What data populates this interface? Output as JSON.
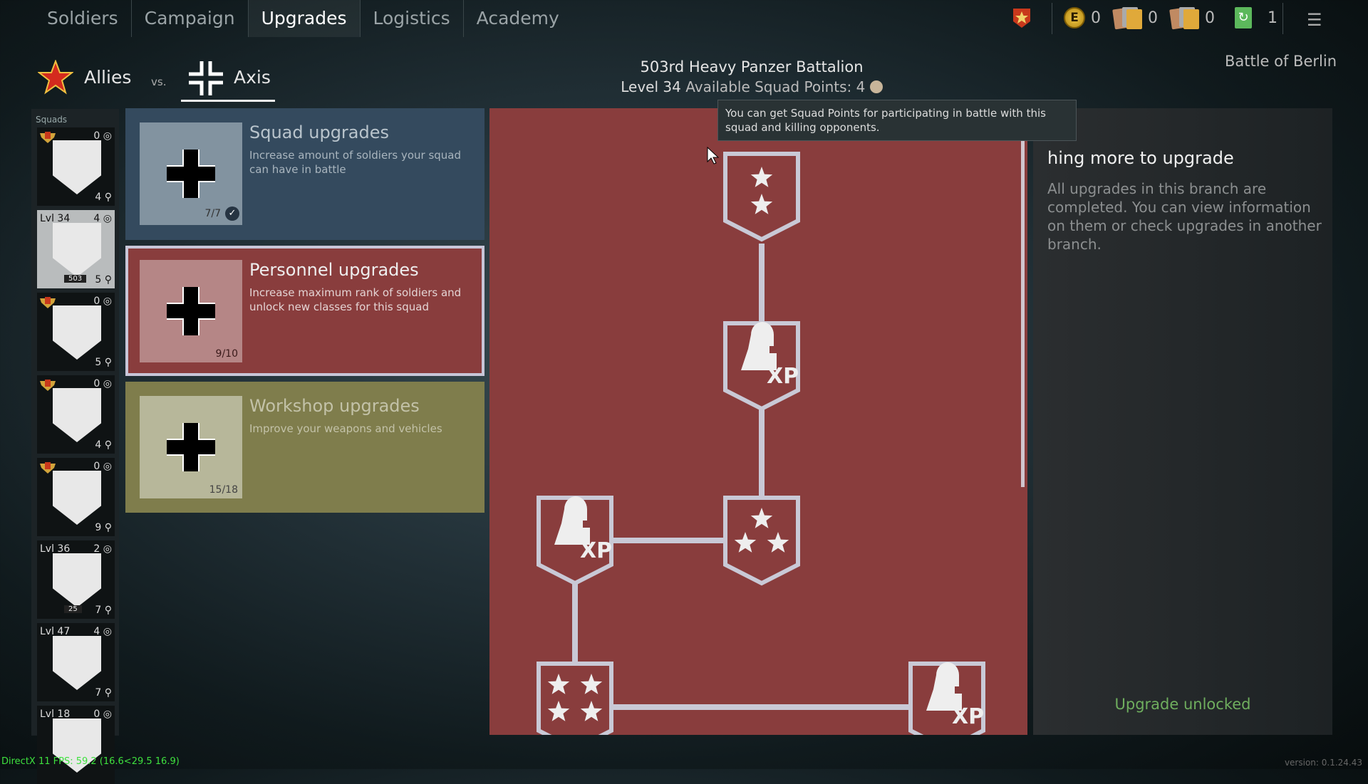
{
  "nav": {
    "tabs": [
      {
        "label": "Soldiers"
      },
      {
        "label": "Campaign"
      },
      {
        "label": "Upgrades",
        "active": true
      },
      {
        "label": "Logistics"
      },
      {
        "label": "Academy"
      }
    ]
  },
  "resources": {
    "gold": "0",
    "weapon_cards": "0",
    "soldier_cards": "0",
    "refresh": "1"
  },
  "icons": {
    "rank": "rank-shield-icon",
    "gold": "gold-coin-icon",
    "weapons": "weapon-cards-icon",
    "soldiers": "soldier-cards-icon",
    "refresh": "refresh-card-icon",
    "menu": "menu-list-icon"
  },
  "factions": {
    "allies": "Allies",
    "vs": "vs.",
    "axis": "Axis"
  },
  "header": {
    "squad_name": "503rd Heavy Panzer Battalion",
    "level_label": "Level 34",
    "points_label": "Available Squad Points: 4",
    "battle": "Battle of Berlin"
  },
  "tooltip": "You can get Squad Points for participating in battle with this squad and killing opponents.",
  "sidebar": {
    "label": "Squads",
    "squads": [
      {
        "lvl": "",
        "pts": "0",
        "count": "4"
      },
      {
        "lvl": "Lvl 34",
        "pts": "4",
        "count": "5",
        "selected": true,
        "tag": "503"
      },
      {
        "lvl": "",
        "pts": "0",
        "count": "5"
      },
      {
        "lvl": "",
        "pts": "0",
        "count": "4"
      },
      {
        "lvl": "",
        "pts": "0",
        "count": "9"
      },
      {
        "lvl": "Lvl 36",
        "pts": "2",
        "count": "7",
        "tag": "25"
      },
      {
        "lvl": "Lvl 47",
        "pts": "4",
        "count": "7"
      },
      {
        "lvl": "Lvl 18",
        "pts": "0",
        "count": ""
      }
    ]
  },
  "branches": [
    {
      "title": "Squad upgrades",
      "desc": "Increase amount of soldiers your squad can have in battle",
      "progress": "7/7",
      "complete": true
    },
    {
      "title": "Personnel upgrades",
      "desc": "Increase maximum rank of soldiers and unlock new classes for this squad",
      "progress": "9/10",
      "selected": true
    },
    {
      "title": "Workshop upgrades",
      "desc": "Improve your weapons and vehicles",
      "progress": "15/18"
    }
  ],
  "tree": {
    "xp_label": "XP",
    "nodes": [
      "two-stars",
      "xp",
      "three-stars",
      "xp",
      "four-stars",
      "xp"
    ]
  },
  "info": {
    "title": "Nothing more to upgrade",
    "title_visible": "hing more to upgrade",
    "body": "All upgrades in this branch are completed. You can view information on them or check upgrades in another branch.",
    "status": "Upgrade unlocked"
  },
  "footer": {
    "fps": "DirectX 11 FPS: 59.2 (16.6<29.5 16.9)",
    "version": "version: 0.1.24.43"
  },
  "colors": {
    "squad": "#344a5e",
    "personnel": "#893d3d",
    "workshop": "#7f7d4c",
    "unlocked": "#6fae5e"
  }
}
